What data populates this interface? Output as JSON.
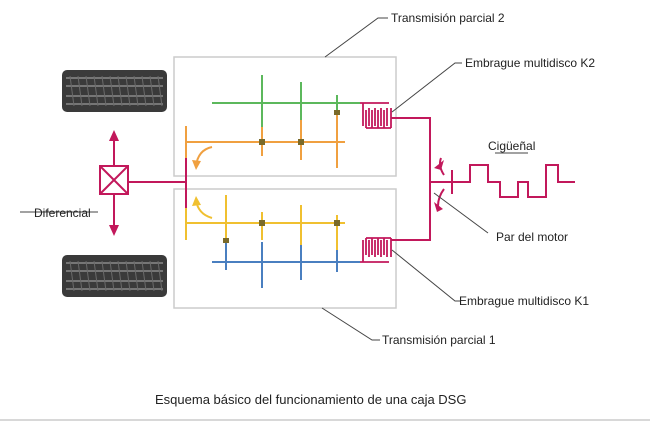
{
  "labels": {
    "transmision_parcial_2": "Transmisión parcial 2",
    "embrague_k2": "Embrague multidisco K2",
    "ciguenal": "Cigüeñal",
    "diferencial": "Diferencial",
    "par_del_motor": "Par del motor",
    "embrague_k1": "Embrague multidisco K1",
    "transmision_parcial_1": "Transmisión parcial 1"
  },
  "caption": "Esquema básico del funcionamiento de una caja DSG",
  "colors": {
    "drive": "#c2185b",
    "green": "#5cb85c",
    "orange": "#f0a040",
    "yellow": "#f0c030",
    "blue": "#4a7fc0",
    "gear_dark": "#7a6a2a",
    "box": "#cccccc",
    "leader": "#444444",
    "tire": "#3a3a3a"
  }
}
